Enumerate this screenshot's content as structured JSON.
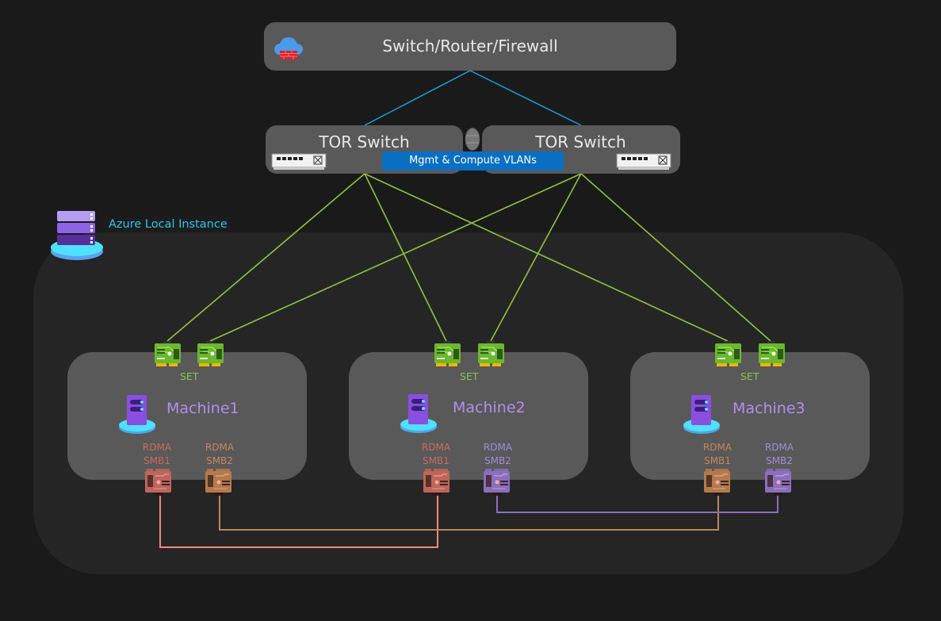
{
  "core": {
    "label": "Switch/Router/Firewall",
    "icon": "cloud-firewall-icon"
  },
  "tor_switches": [
    {
      "label": "TOR Switch",
      "icon": "network-switch-icon"
    },
    {
      "label": "TOR Switch",
      "icon": "network-switch-icon"
    }
  ],
  "vlan_label": "Mgmt & Compute VLANs",
  "cluster": {
    "label": "Azure Local Instance",
    "icon": "server-stack-icon"
  },
  "machines": [
    {
      "name": "Machine1",
      "set_label": "SET",
      "nics": [
        {
          "l1": "RDMA",
          "l2": "SMB1",
          "color": "#c0655b"
        },
        {
          "l1": "RDMA",
          "l2": "SMB2",
          "color": "#b57a4c"
        }
      ]
    },
    {
      "name": "Machine2",
      "set_label": "SET",
      "nics": [
        {
          "l1": "RDMA",
          "l2": "SMB1",
          "color": "#c0655b"
        },
        {
          "l1": "RDMA",
          "l2": "SMB2",
          "color": "#8a6fc0"
        }
      ]
    },
    {
      "name": "Machine3",
      "set_label": "SET",
      "nics": [
        {
          "l1": "RDMA",
          "l2": "SMB1",
          "color": "#b57a4c"
        },
        {
          "l1": "RDMA",
          "l2": "SMB2",
          "color": "#8a6fc0"
        }
      ]
    }
  ],
  "colors": {
    "uplink": "#1aa0e0",
    "tor_link": "#8cc63f",
    "storage_link_1": "#f08a7c",
    "storage_link_2": "#b8865a",
    "storage_link_3": "#8a6fc0",
    "label_rdma_red": "#c96a5e",
    "label_rdma_brown": "#c4875a",
    "label_rdma_purple": "#a58ad6"
  }
}
